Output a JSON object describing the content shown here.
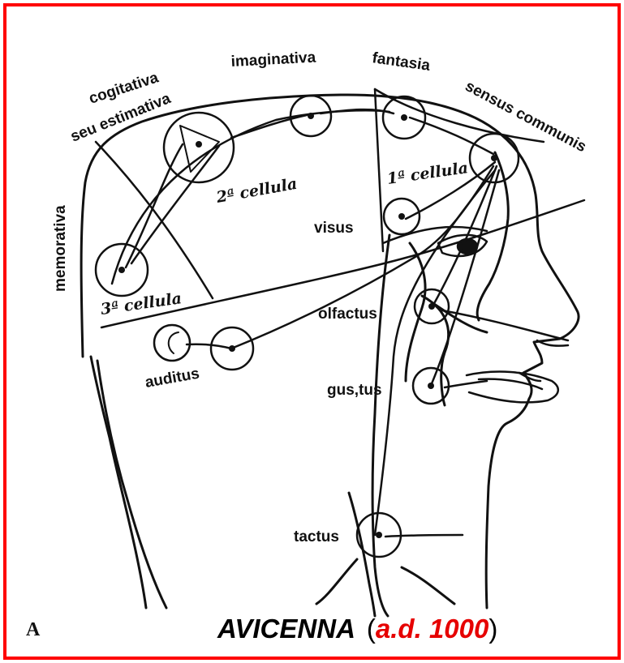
{
  "colors": {
    "frame": "#ff0000",
    "ink": "#111111",
    "date": "#e60000"
  },
  "labels": {
    "cogitativa": "cogitativa",
    "seu_estimativa": "seu estimativa",
    "imaginativa": "imaginativa",
    "fantasia": "fantasia",
    "sensus_communis": "sensus communis",
    "memorativa": "memorativa",
    "visus": "visus",
    "olfactus": "olfactus",
    "auditus": "auditus",
    "gustus": "gus,tus",
    "tactus": "tactus"
  },
  "cells": {
    "first": "1ª cellula",
    "second": "2ª cellula",
    "third": "3ª cellula"
  },
  "panel_letter": "A",
  "caption": {
    "name": "AVICENNA",
    "open": "(",
    "date": "a.d. 1000",
    "close": ")"
  }
}
